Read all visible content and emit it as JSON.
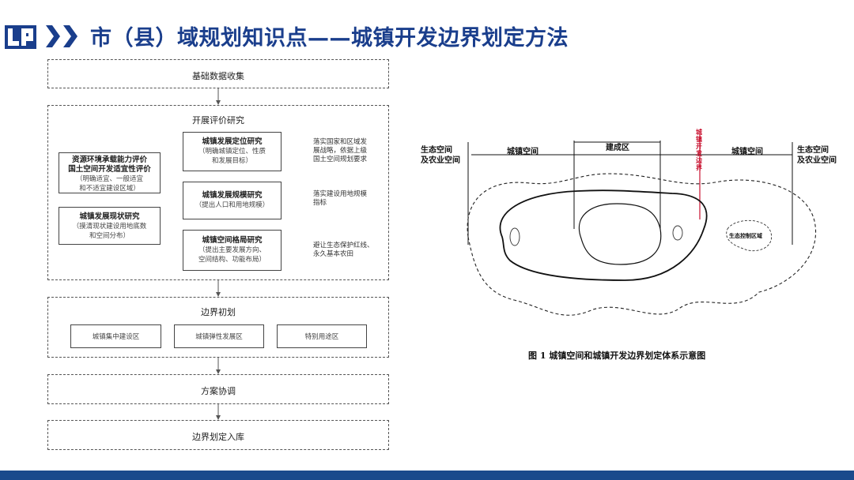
{
  "header": {
    "title": "市（县）域规划知识点——城镇开发边界划定方法",
    "brand_color": "#1a3e8c"
  },
  "flowchart": {
    "step1": "基础数据收集",
    "step2": {
      "title": "开展评价研究",
      "left_boxes": [
        {
          "title": "资源环境承载能力评价",
          "title2": "国土空间开发适宜性评价",
          "sub": "（明确适宜、一般适宜",
          "sub2": "和不适宜建设区域）"
        },
        {
          "title": "城镇发展现状研究",
          "sub": "（摸清现状建设用地底数",
          "sub2": "和空间分布）"
        }
      ],
      "mid_boxes": [
        {
          "title": "城镇发展定位研究",
          "sub": "（明确城镇定位、性质",
          "sub2": "和发展目标）"
        },
        {
          "title": "城镇发展规模研究",
          "sub": "（提出人口和用地规模）",
          "sub2": ""
        },
        {
          "title": "城镇空间格局研究",
          "sub": "（提出主要发展方向、",
          "sub2": "空间结构、功能布局）"
        }
      ],
      "notes": [
        {
          "l1": "落实国家和区域发",
          "l2": "展战略，依据上级",
          "l3": "国土空间规划要求"
        },
        {
          "l1": "落实建设用地规模",
          "l2": "指标",
          "l3": ""
        },
        {
          "l1": "避让生态保护红线、",
          "l2": "永久基本农田",
          "l3": ""
        }
      ]
    },
    "step3": {
      "title": "边界初划",
      "zones": [
        "城镇集中建设区",
        "城镇弹性发展区",
        "特别用途区"
      ]
    },
    "step4": "方案协调",
    "step5": "边界划定入库"
  },
  "diagram": {
    "left_outer": "生态空间",
    "left_outer2": "及农业空间",
    "left_mid": "城镇空间",
    "center": "建成区",
    "boundary": "城镇开发边界",
    "right_mid": "城镇空间",
    "right_outer": "生态空间",
    "right_outer2": "及农业空间",
    "eco_zone": "生态控制区域",
    "boundary_color": "#c8102e",
    "caption": "图 1   城镇空间和城镇开发边界划定体系示意图"
  }
}
